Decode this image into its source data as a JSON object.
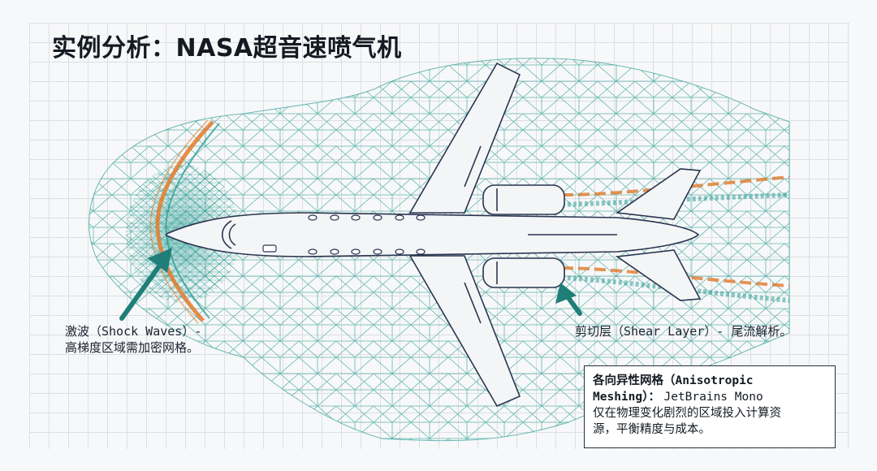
{
  "title": "实例分析：NASA超音速喷气机",
  "labels": {
    "shock_line1": "激波（Shock Waves）-",
    "shock_line2": "高梯度区域需加密网格。",
    "shear_line1": "剪切层（Shear Layer）- 尾流解析。"
  },
  "callout": {
    "line1": "各向异性网格（Anisotropic",
    "line2a": "Meshing）：",
    "line2b": "JetBrains Mono",
    "line3": "仅在物理变化剧烈的区域投入计算资",
    "line4": "源，平衡精度与成本。"
  },
  "colors": {
    "mesh": "#2f9e95",
    "shock": "#e07b2c",
    "outline": "#2a3550",
    "arrow": "#1f7f78",
    "background": "#f7f8f9"
  }
}
